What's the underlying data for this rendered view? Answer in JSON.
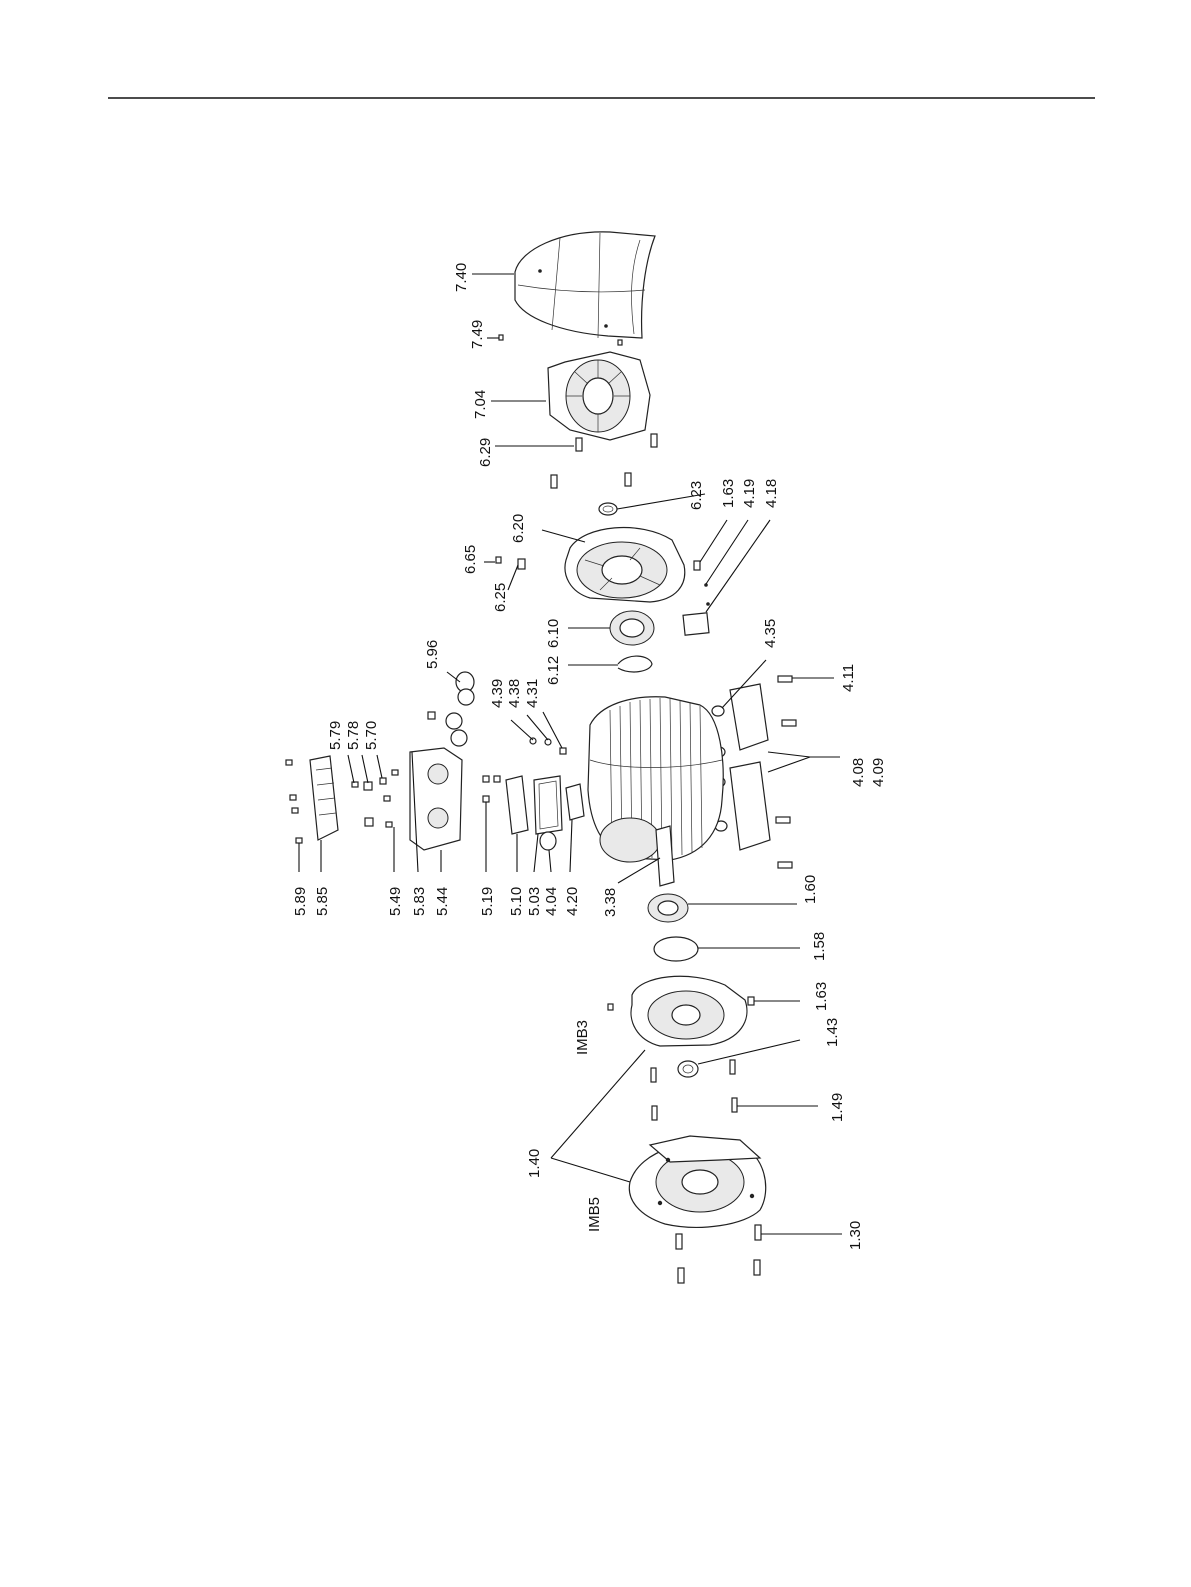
{
  "title": "",
  "labels": {
    "l740": "7.40",
    "l749": "7.49",
    "l704": "7.04",
    "l629": "6.29",
    "l623": "6.23",
    "l163a": "1.63",
    "l419": "4.19",
    "l418": "4.18",
    "l665": "6.65",
    "l625": "6.25",
    "l620": "6.20",
    "l610": "6.10",
    "l612": "6.12",
    "l596": "5.96",
    "l435": "4.35",
    "l439": "4.39",
    "l438": "4.38",
    "l431": "4.31",
    "l579": "5.79",
    "l578": "5.78",
    "l570": "5.70",
    "l411": "4.11",
    "l408": "4.08",
    "l409": "4.09",
    "l589": "5.89",
    "l585": "5.85",
    "l549": "5.49",
    "l583": "5.83",
    "l544": "5.44",
    "l519": "5.19",
    "l510": "5.10",
    "l503": "5.03",
    "l404": "4.04",
    "l420": "4.20",
    "l338": "3.38",
    "l160": "1.60",
    "l158": "1.58",
    "l163b": "1.63",
    "l143": "1.43",
    "l149": "1.49",
    "limb3": "IMB3",
    "limb5": "IMB5",
    "l140": "1.40",
    "l130": "1.30"
  }
}
